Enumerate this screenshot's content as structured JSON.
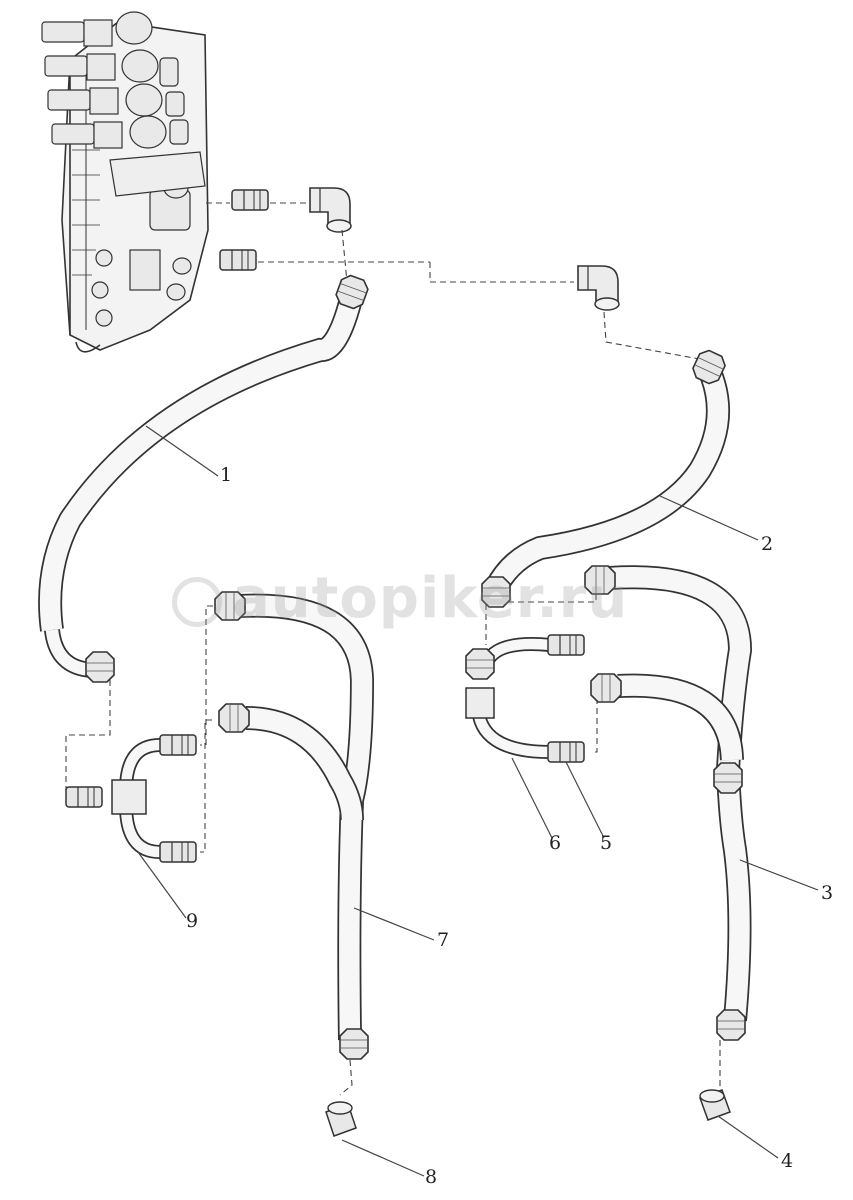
{
  "watermark": {
    "text": "autopiker.ru"
  },
  "colors": {
    "line": "#333333",
    "hose_fill": "#f7f7f7",
    "fitting_fill": "#e6e6e6",
    "leader": "#444444"
  },
  "callouts": [
    {
      "id": "1",
      "label": "1"
    },
    {
      "id": "2",
      "label": "2"
    },
    {
      "id": "3",
      "label": "3"
    },
    {
      "id": "4",
      "label": "4"
    },
    {
      "id": "5",
      "label": "5"
    },
    {
      "id": "6",
      "label": "6"
    },
    {
      "id": "7",
      "label": "7"
    },
    {
      "id": "8",
      "label": "8"
    },
    {
      "id": "9",
      "label": "9"
    }
  ]
}
